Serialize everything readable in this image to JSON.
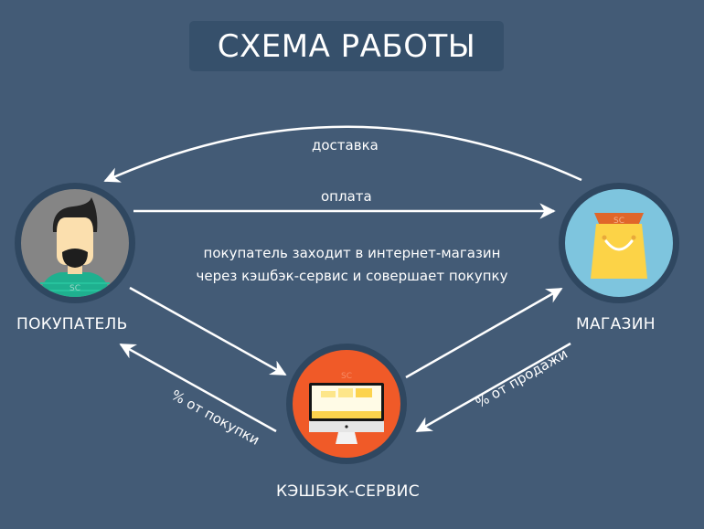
{
  "title": "СХЕМА РАБОТЫ",
  "nodes": {
    "buyer": {
      "label": "ПОКУПАТЕЛЬ",
      "icon": "buyer-avatar-icon",
      "circle_color": "#858585"
    },
    "shop": {
      "label": "МАГАЗИН",
      "icon": "shopping-bag-icon",
      "circle_color": "#7ec5de"
    },
    "cashback": {
      "label": "КЭШБЭК-СЕРВИС",
      "icon": "computer-monitor-icon",
      "circle_color": "#f05a28"
    }
  },
  "arrows": {
    "delivery": "доставка",
    "payment": "оплата",
    "purchase_percent": "% от покупки",
    "sale_percent": "% от продажи"
  },
  "description": {
    "line1": "покупатель заходит в интернет-магазин",
    "line2": "через кэшбэк-сервис и совершает покупку"
  },
  "badge_text": "SC",
  "colors": {
    "background": "#435b76",
    "title_box": "#36506b",
    "ring": "#2f4760",
    "arrow": "#ffffff"
  }
}
